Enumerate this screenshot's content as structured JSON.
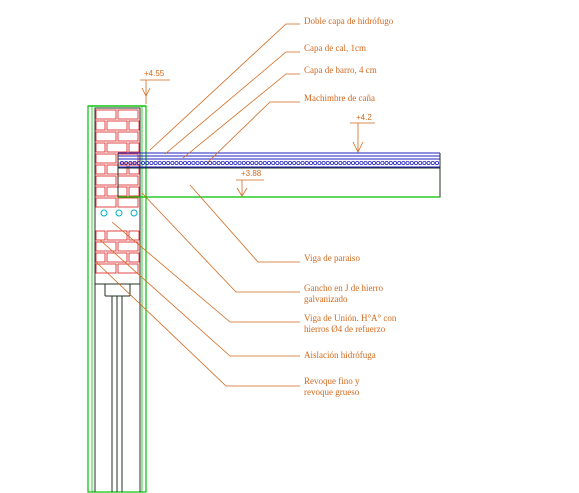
{
  "colors": {
    "annotation": "#d2691e",
    "outline_green": "#00c000",
    "brick": "#e03030",
    "slab_blue": "#2020c0",
    "anchor_cyan": "#00b0c0",
    "wall_dark": "#203020"
  },
  "levels": {
    "wall_top": "+4.55",
    "roof_top": "+4.2",
    "ceiling": "+3.88"
  },
  "labels": {
    "doble_capa": "Doble capa de hidrófugo",
    "capa_cal": "Capa de cal, 1cm",
    "capa_barro": "Capa de barro, 4 cm",
    "machimbre": "Machimbre de caña",
    "viga_paraiso": "Viga de paraiso",
    "gancho_1": "Gancho en J de hierro",
    "gancho_2": "galvanizado",
    "viga_union_1": "Viga de Unión. H°A° con",
    "viga_union_2": "hierros Ø4 de refuerzo",
    "aislacion": "Aislación hidrófuga",
    "revoque_1": "Revoque fino y",
    "revoque_2": "revoque grueso"
  }
}
